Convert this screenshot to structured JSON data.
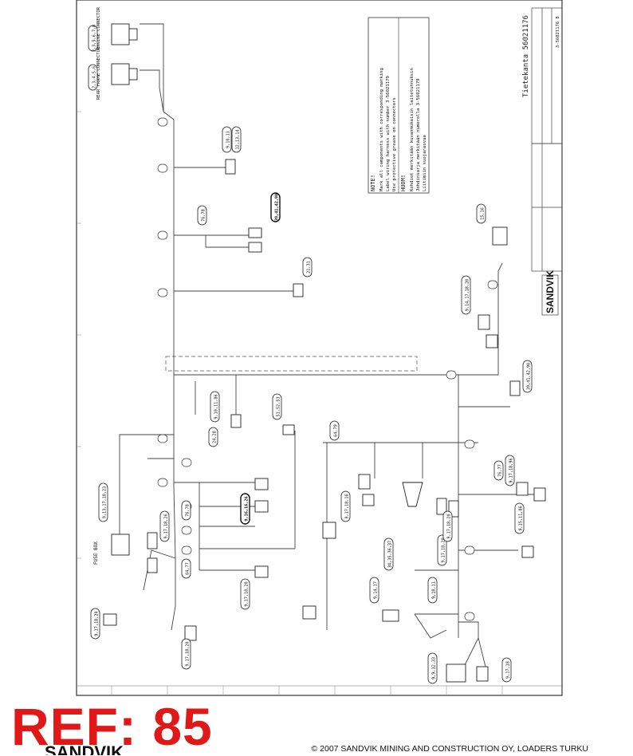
{
  "drawing": {
    "title_vertical": "Tietekanta 56021176",
    "part_number": "3-56021176 B",
    "brand": "SANDVIK",
    "notes_heading": "NOTE!",
    "notes_lines": [
      "Mark all components with corresponding marking",
      "Label wiring harness with number 3-56021179",
      "Use protective grease on connectors"
    ],
    "huom_heading": "HUOM!",
    "huom_lines": [
      "Kohdiot merkitään kuvanmukaisin laitetunnuksin",
      "Johdinsarja merkitään numerolla 3-56021179",
      "Liitimiin suojarasvaa"
    ]
  },
  "labels": {
    "engine_connector": "ENGINE CONNECTOR",
    "rear_frame_connector": "REAR FRAME CONNECTOR",
    "fuse_box": "FUSE BOX"
  },
  "bubbles": [
    "2,3,5,6,7,8",
    "2,3,4,5,6",
    "9,10,11",
    "12,13,14",
    "39,41,42,90",
    "76,78",
    "21,31",
    "9,14,17,18,20",
    "15,16",
    "39,41,42,90",
    "24,28",
    "9,10,11,86",
    "51,52,53",
    "9,17,18,26",
    "9,16,16,26",
    "9,17,18,20",
    "9,17,18,20",
    "76,78",
    "64,77",
    "9,17,18,20",
    "9,17,18,16",
    "34,35,36,37",
    "9,17,18,20",
    "9,14,17",
    "9,10,11",
    "64,79",
    "76,77",
    "9,17,18,96",
    "9,15,11,86",
    "9,9,32,33",
    "9,17,18",
    "9,17,18,20",
    "9,13,17,18,23"
  ],
  "footer": {
    "ref": "REF: 85",
    "logo": "SANDVIK",
    "copyright": "© 2007 SANDVIK MINING AND CONSTRUCTION OY, LOADERS TURKU"
  }
}
